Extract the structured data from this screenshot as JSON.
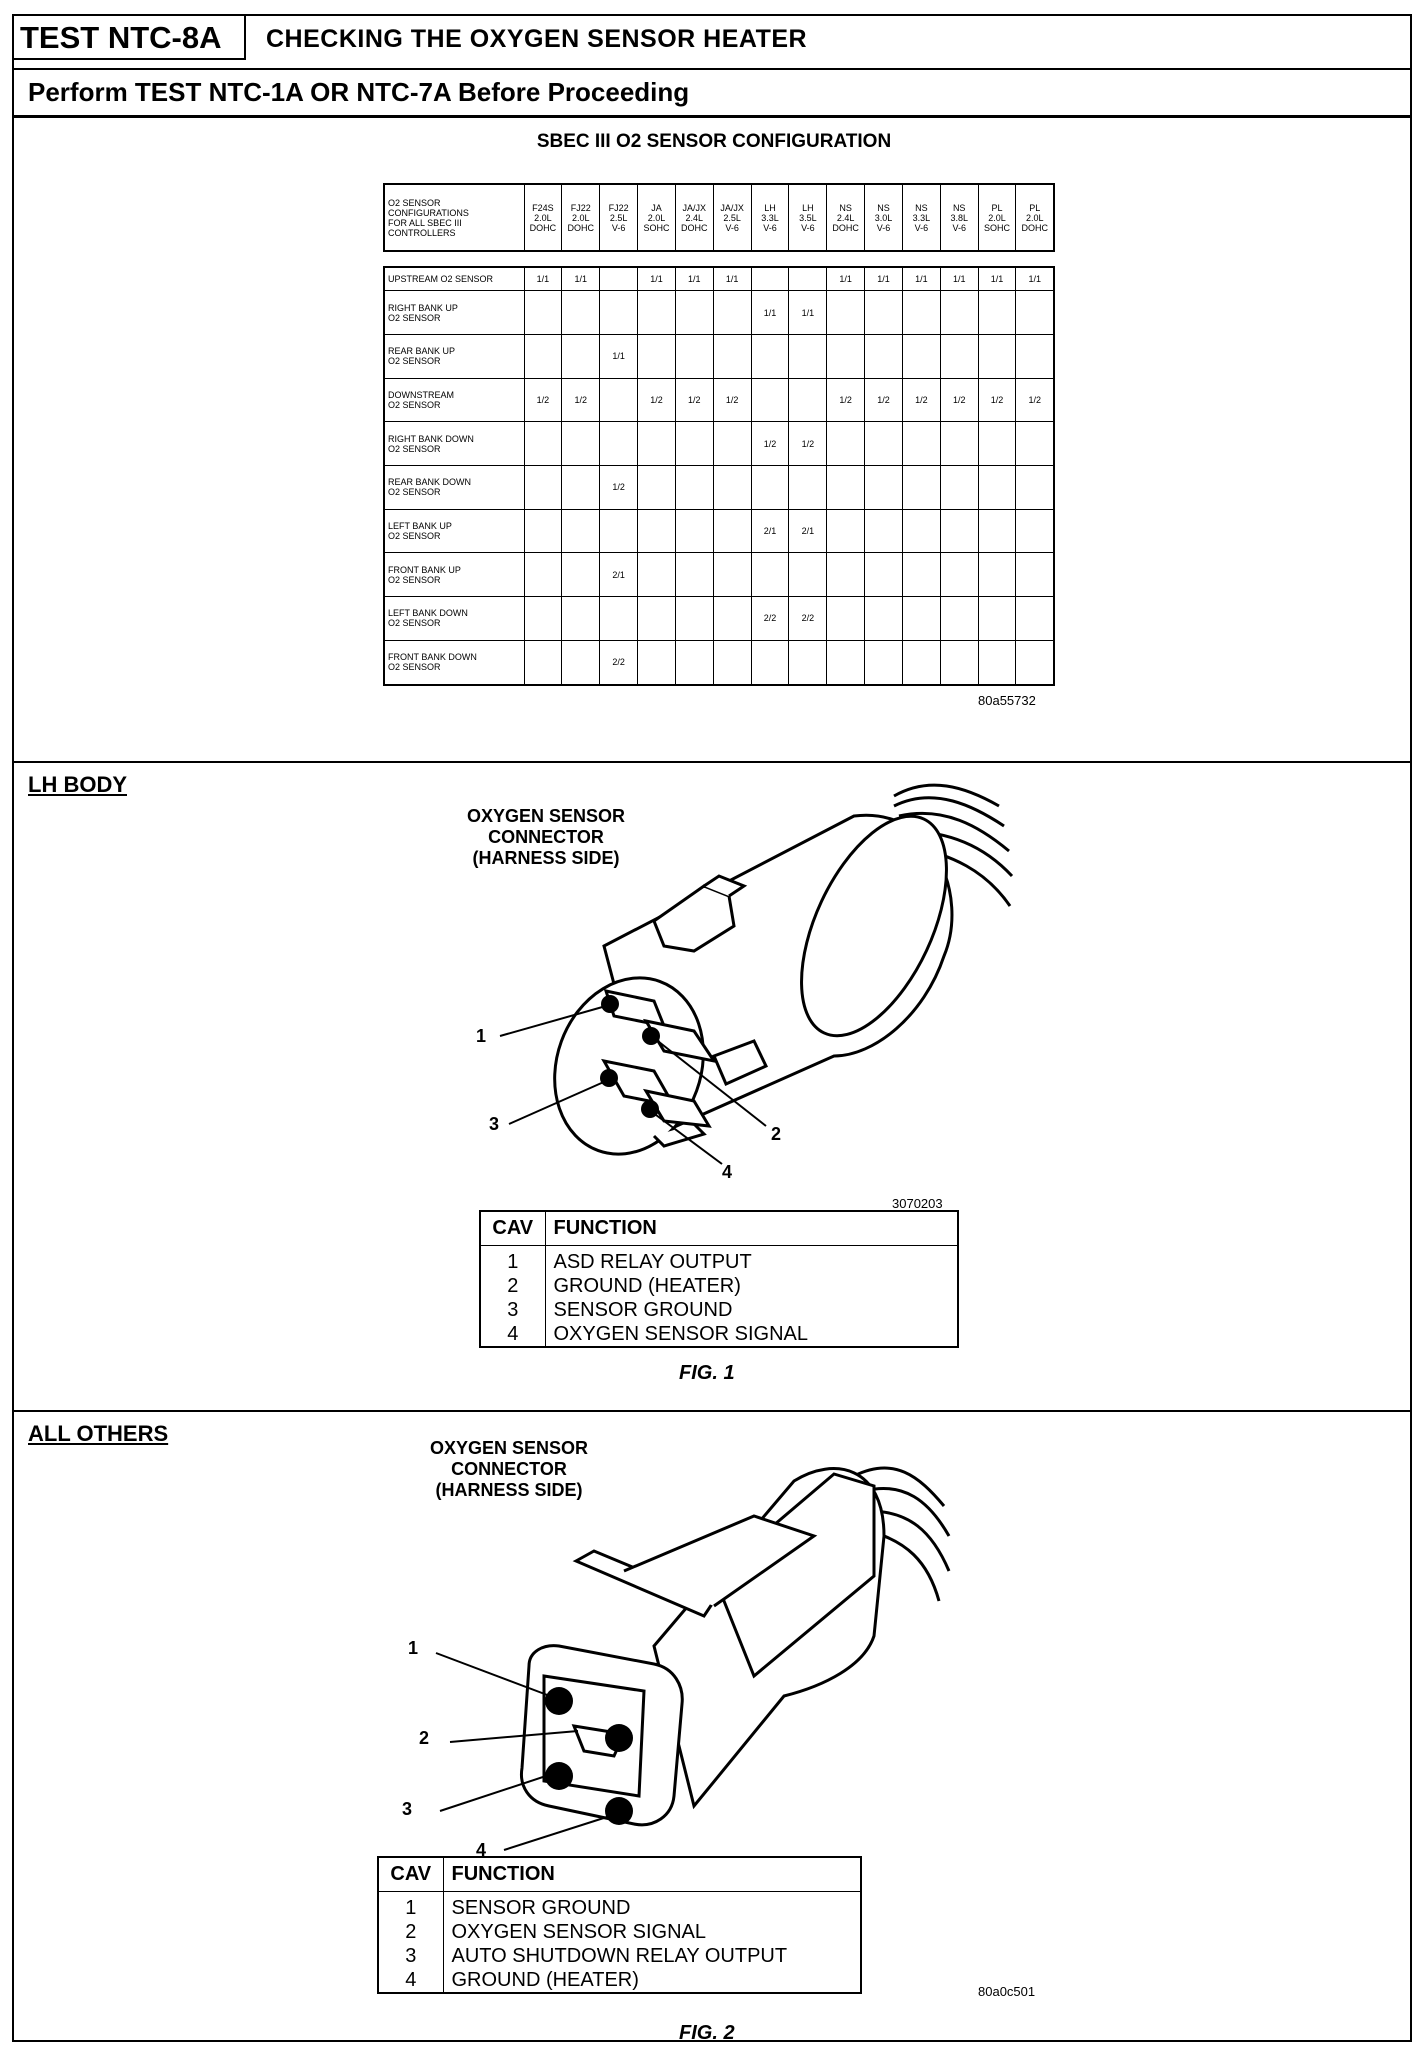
{
  "header": {
    "test_id": "TEST NTC-8A",
    "title": "CHECKING THE OXYGEN SENSOR HEATER",
    "subtitle": "Perform TEST NTC-1A OR NTC-7A Before Proceeding"
  },
  "config": {
    "title": "SBEC III O2 SENSOR CONFIGURATION",
    "head_label": [
      "O2 SENSOR",
      "CONFIGURATIONS",
      "FOR ALL SBEC III",
      "CONTROLLERS"
    ],
    "columns": [
      [
        "F24S",
        "2.0L",
        "DOHC"
      ],
      [
        "FJ22",
        "2.0L",
        "DOHC"
      ],
      [
        "FJ22",
        "2.5L",
        "V-6"
      ],
      [
        "JA",
        "2.0L",
        "SOHC"
      ],
      [
        "JA/JX",
        "2.4L",
        "DOHC"
      ],
      [
        "JA/JX",
        "2.5L",
        "V-6"
      ],
      [
        "LH",
        "3.3L",
        "V-6"
      ],
      [
        "LH",
        "3.5L",
        "V-6"
      ],
      [
        "NS",
        "2.4L",
        "DOHC"
      ],
      [
        "NS",
        "3.0L",
        "V-6"
      ],
      [
        "NS",
        "3.3L",
        "V-6"
      ],
      [
        "NS",
        "3.8L",
        "V-6"
      ],
      [
        "PL",
        "2.0L",
        "SOHC"
      ],
      [
        "PL",
        "2.0L",
        "DOHC"
      ]
    ],
    "rows": [
      {
        "label": [
          "UPSTREAM O2 SENSOR"
        ],
        "cells": [
          "1/1",
          "1/1",
          "",
          "1/1",
          "1/1",
          "1/1",
          "",
          "",
          "1/1",
          "1/1",
          "1/1",
          "1/1",
          "1/1",
          "1/1"
        ]
      },
      {
        "label": [
          "RIGHT BANK UP",
          "O2 SENSOR"
        ],
        "cells": [
          "",
          "",
          "",
          "",
          "",
          "",
          "1/1",
          "1/1",
          "",
          "",
          "",
          "",
          "",
          ""
        ]
      },
      {
        "label": [
          "REAR BANK UP",
          "O2 SENSOR"
        ],
        "cells": [
          "",
          "",
          "1/1",
          "",
          "",
          "",
          "",
          "",
          "",
          "",
          "",
          "",
          "",
          ""
        ]
      },
      {
        "label": [
          "DOWNSTREAM",
          "O2 SENSOR"
        ],
        "cells": [
          "1/2",
          "1/2",
          "",
          "1/2",
          "1/2",
          "1/2",
          "",
          "",
          "1/2",
          "1/2",
          "1/2",
          "1/2",
          "1/2",
          "1/2"
        ]
      },
      {
        "label": [
          "RIGHT BANK DOWN",
          "O2 SENSOR"
        ],
        "cells": [
          "",
          "",
          "",
          "",
          "",
          "",
          "1/2",
          "1/2",
          "",
          "",
          "",
          "",
          "",
          ""
        ]
      },
      {
        "label": [
          "REAR BANK DOWN",
          "O2 SENSOR"
        ],
        "cells": [
          "",
          "",
          "1/2",
          "",
          "",
          "",
          "",
          "",
          "",
          "",
          "",
          "",
          "",
          ""
        ]
      },
      {
        "label": [
          "LEFT BANK UP",
          "O2 SENSOR"
        ],
        "cells": [
          "",
          "",
          "",
          "",
          "",
          "",
          "2/1",
          "2/1",
          "",
          "",
          "",
          "",
          "",
          ""
        ]
      },
      {
        "label": [
          "FRONT BANK UP",
          "O2 SENSOR"
        ],
        "cells": [
          "",
          "",
          "2/1",
          "",
          "",
          "",
          "",
          "",
          "",
          "",
          "",
          "",
          "",
          ""
        ]
      },
      {
        "label": [
          "LEFT BANK DOWN",
          "O2 SENSOR"
        ],
        "cells": [
          "",
          "",
          "",
          "",
          "",
          "",
          "2/2",
          "2/2",
          "",
          "",
          "",
          "",
          "",
          ""
        ]
      },
      {
        "label": [
          "FRONT BANK DOWN",
          "O2 SENSOR"
        ],
        "cells": [
          "",
          "",
          "2/2",
          "",
          "",
          "",
          "",
          "",
          "",
          "",
          "",
          "",
          "",
          ""
        ]
      }
    ],
    "ref_code": "80a55732"
  },
  "lh_body": {
    "label": "LH BODY",
    "connector_label": [
      "OXYGEN SENSOR",
      "CONNECTOR",
      "(HARNESS SIDE)"
    ],
    "pins": [
      "1",
      "2",
      "3",
      "4"
    ],
    "ref_code": "3070203",
    "table_headers": [
      "CAV",
      "FUNCTION"
    ],
    "table_rows": [
      [
        "1",
        "ASD RELAY OUTPUT"
      ],
      [
        "2",
        "GROUND (HEATER)"
      ],
      [
        "3",
        "SENSOR GROUND"
      ],
      [
        "4",
        "OXYGEN SENSOR SIGNAL"
      ]
    ],
    "fig_label": "FIG. 1"
  },
  "all_others": {
    "label": "ALL OTHERS",
    "connector_label": [
      "OXYGEN SENSOR",
      "CONNECTOR",
      "(HARNESS SIDE)"
    ],
    "pins": [
      "1",
      "2",
      "3",
      "4"
    ],
    "ref_code": "80a0c501",
    "table_headers": [
      "CAV",
      "FUNCTION"
    ],
    "table_rows": [
      [
        "1",
        "SENSOR GROUND"
      ],
      [
        "2",
        "OXYGEN SENSOR SIGNAL"
      ],
      [
        "3",
        "AUTO SHUTDOWN RELAY OUTPUT"
      ],
      [
        "4",
        "GROUND (HEATER)"
      ]
    ],
    "fig_label": "FIG. 2"
  }
}
